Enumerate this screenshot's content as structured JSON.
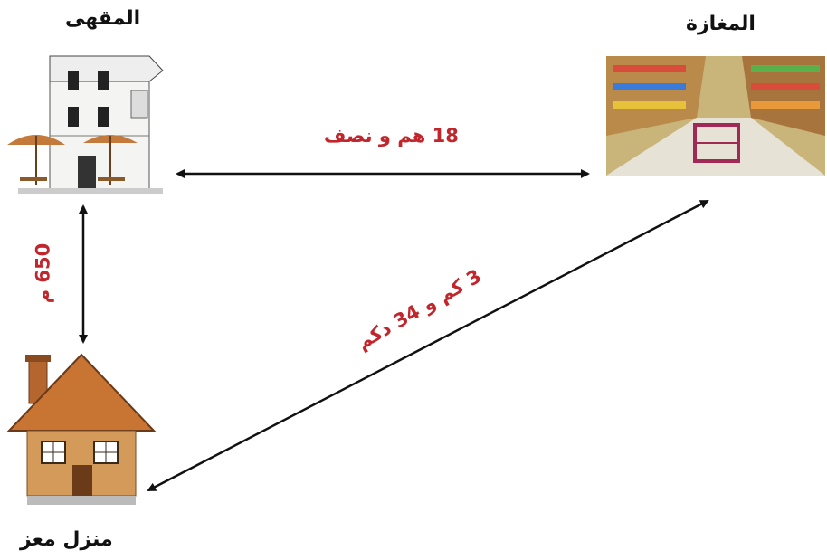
{
  "places": {
    "cafe": {
      "label": "المقهى",
      "icon": "cafe-building-icon"
    },
    "store": {
      "label": "المغازة",
      "icon": "supermarket-aisle-icon"
    },
    "home": {
      "label": "منزل معز",
      "icon": "house-icon"
    }
  },
  "distances": {
    "cafe_store": "18 هم و نصف",
    "cafe_home": "650 م",
    "home_store": "3 كم و 34 دكم"
  },
  "colors": {
    "distance_text": "#c0262b",
    "arrow": "#111111",
    "label_text": "#111111"
  }
}
